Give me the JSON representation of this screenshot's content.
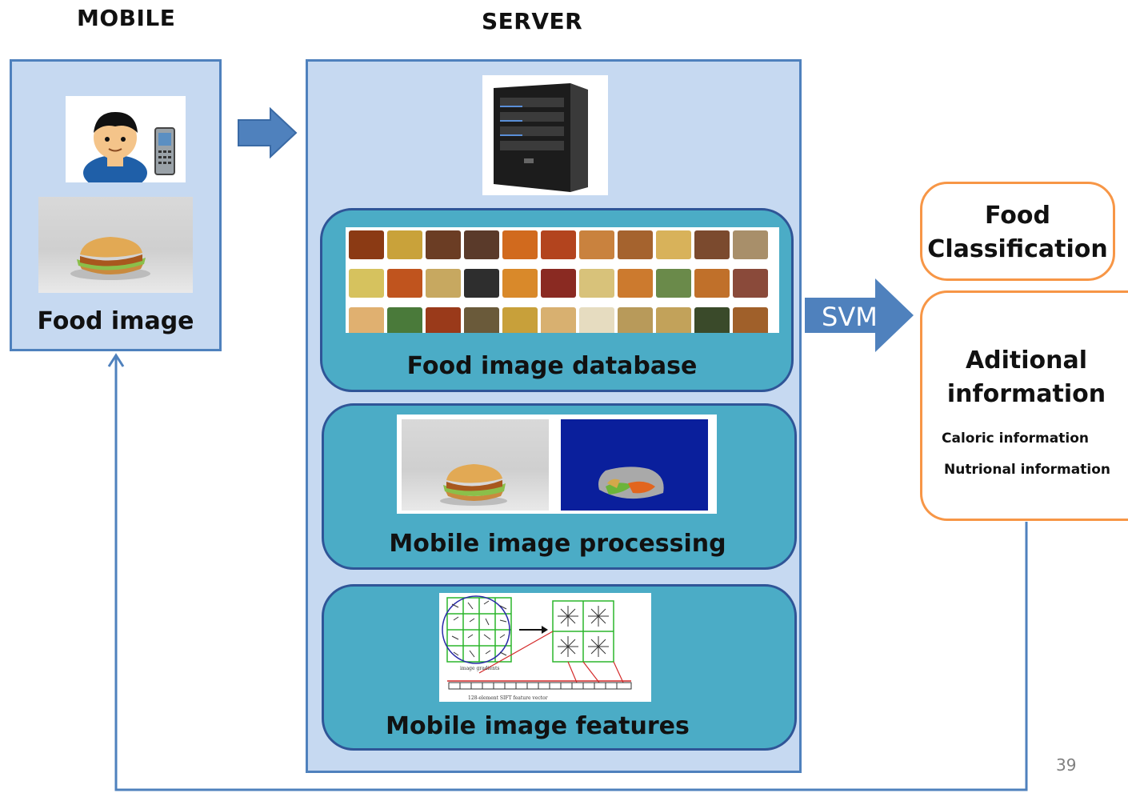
{
  "headers": {
    "mobile": "MOBILE",
    "server": "SERVER"
  },
  "mobile": {
    "food_image_label": "Food image"
  },
  "server": {
    "database_label": "Food image database",
    "processing_label": "Mobile image processing",
    "features_label": "Mobile image features",
    "sift_caption_gradients": "image gradients",
    "sift_caption_vector": "128-element SIFT feature vector"
  },
  "svm_label": "SVM",
  "outputs": {
    "classification_line1": "Food",
    "classification_line2": "Classification",
    "additional_line1": "Aditional",
    "additional_line2": "information",
    "caloric": "Caloric information",
    "nutrional": "Nutrional information"
  },
  "page_number": "39",
  "colors": {
    "panel_fill": "#c6d9f1",
    "panel_border": "#4f81bd",
    "teal_box": "#4bacc6",
    "orange_border": "#f79646",
    "arrow_blue": "#4f81bd"
  }
}
